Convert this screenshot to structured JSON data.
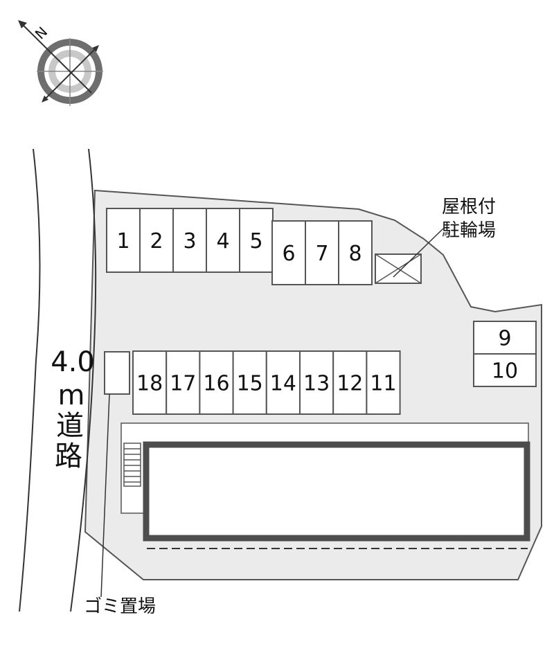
{
  "colors": {
    "lot_fill": "#ebebeb",
    "outline": "#555555",
    "slot_fill": "#ffffff",
    "building_wall": "#4d4d4d",
    "compass_ring": "#6e6e6e",
    "compass_ring_light": "#c8c8c8",
    "text": "#111111"
  },
  "compass": {
    "icon": "compass-rose-icon",
    "north_label": "N"
  },
  "road": {
    "width_label": "4.0",
    "unit_label": "m",
    "name_line1": "道",
    "name_line2": "路"
  },
  "parking_slots": [
    {
      "number": "1"
    },
    {
      "number": "2"
    },
    {
      "number": "3"
    },
    {
      "number": "4"
    },
    {
      "number": "5"
    },
    {
      "number": "6"
    },
    {
      "number": "7"
    },
    {
      "number": "8"
    },
    {
      "number": "9"
    },
    {
      "number": "10"
    },
    {
      "number": "11"
    },
    {
      "number": "12"
    },
    {
      "number": "13"
    },
    {
      "number": "14"
    },
    {
      "number": "15"
    },
    {
      "number": "16"
    },
    {
      "number": "17"
    },
    {
      "number": "18"
    }
  ],
  "bicycle_parking": {
    "label_line1": "屋根付",
    "label_line2": "駐輪場",
    "icon": "crossed-box-icon"
  },
  "garbage_area": {
    "label": "ゴミ置場"
  },
  "building": {
    "stairs_icon": "stairs-icon"
  }
}
